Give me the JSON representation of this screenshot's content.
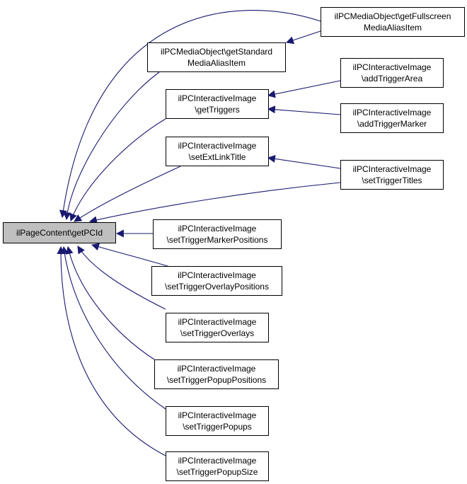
{
  "diagram": {
    "edge_color": "#191970",
    "root_fill": "#bfbfbf",
    "nodes": {
      "root": {
        "line1": "ilPageContent\\getPCId",
        "line2": ""
      },
      "fullscreen": {
        "line1": "ilPCMediaObject\\getFullscreen",
        "line2": "MediaAliasItem"
      },
      "standard": {
        "line1": "ilPCMediaObject\\getStandard",
        "line2": "MediaAliasItem"
      },
      "addArea": {
        "line1": "ilPCInteractiveImage",
        "line2": "\\addTriggerArea"
      },
      "getTriggers": {
        "line1": "ilPCInteractiveImage",
        "line2": "\\getTriggers"
      },
      "addMarker": {
        "line1": "ilPCInteractiveImage",
        "line2": "\\addTriggerMarker"
      },
      "extLink": {
        "line1": "ilPCInteractiveImage",
        "line2": "\\setExtLinkTitle"
      },
      "titles": {
        "line1": "ilPCInteractiveImage",
        "line2": "\\setTriggerTitles"
      },
      "markerPos": {
        "line1": "ilPCInteractiveImage",
        "line2": "\\setTriggerMarkerPositions"
      },
      "overlayPos": {
        "line1": "ilPCInteractiveImage",
        "line2": "\\setTriggerOverlayPositions"
      },
      "overlays": {
        "line1": "ilPCInteractiveImage",
        "line2": "\\setTriggerOverlays"
      },
      "popupPos": {
        "line1": "ilPCInteractiveImage",
        "line2": "\\setTriggerPopupPositions"
      },
      "popups": {
        "line1": "ilPCInteractiveImage",
        "line2": "\\setTriggerPopups"
      },
      "popupSize": {
        "line1": "ilPCInteractiveImage",
        "line2": "\\setTriggerPopupSize"
      }
    },
    "edges": [
      {
        "from": "fullscreen",
        "to": "root"
      },
      {
        "from": "fullscreen",
        "to": "standard"
      },
      {
        "from": "standard",
        "to": "root"
      },
      {
        "from": "addArea",
        "to": "getTriggers"
      },
      {
        "from": "addMarker",
        "to": "getTriggers"
      },
      {
        "from": "getTriggers",
        "to": "root"
      },
      {
        "from": "titles",
        "to": "extLink"
      },
      {
        "from": "extLink",
        "to": "root"
      },
      {
        "from": "titles",
        "to": "root"
      },
      {
        "from": "markerPos",
        "to": "root"
      },
      {
        "from": "overlayPos",
        "to": "root"
      },
      {
        "from": "overlays",
        "to": "root"
      },
      {
        "from": "popupPos",
        "to": "root"
      },
      {
        "from": "popups",
        "to": "root"
      },
      {
        "from": "popupSize",
        "to": "root"
      }
    ]
  }
}
